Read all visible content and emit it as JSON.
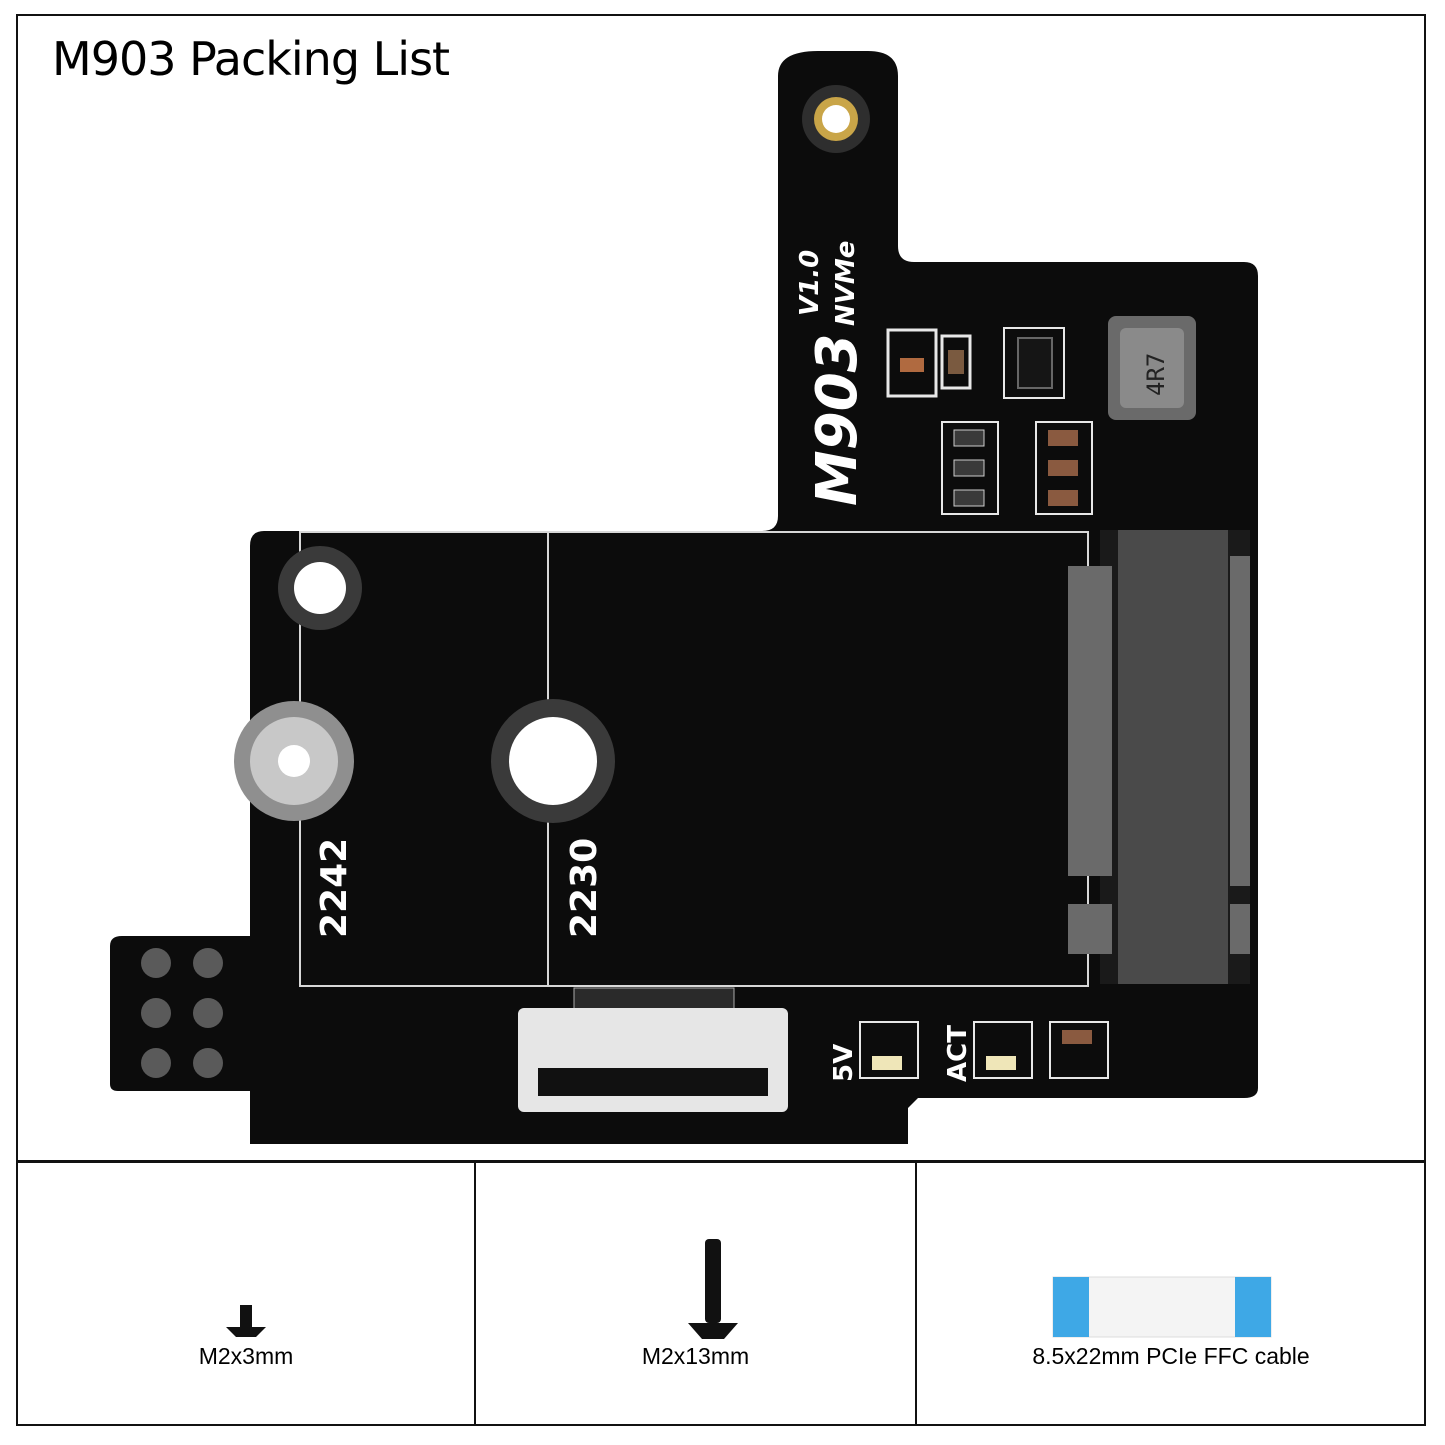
{
  "title": "M903 Packing List",
  "board": {
    "model": "M903",
    "version": "V1.0",
    "interface": "NVMe",
    "inductor_code": "4R7",
    "size_label_a": "2242",
    "size_label_b": "2230",
    "led_label_power": "5V",
    "led_label_activity": "ACT"
  },
  "items": [
    {
      "label": "M2x3mm",
      "icon": "short-screw-icon"
    },
    {
      "label": "M2x13mm",
      "icon": "long-screw-icon"
    },
    {
      "label": "8.5x22mm PCIe FFC cable",
      "icon": "ffc-cable-icon"
    }
  ],
  "colors": {
    "pcb": "#0c0c0c",
    "silkscreen": "#ffffff",
    "cable_blue": "#3ea8e6",
    "gold": "#c9a548"
  }
}
